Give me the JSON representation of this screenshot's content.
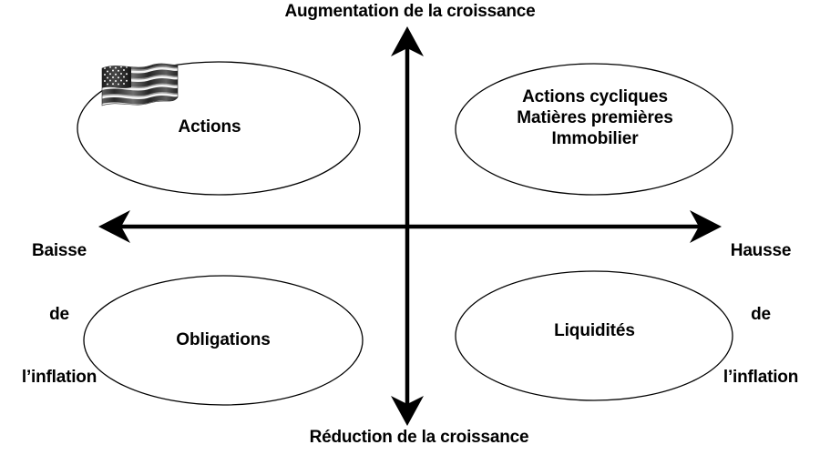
{
  "diagram": {
    "title_hidden": "",
    "background_color": "#ffffff",
    "stroke_color": "#000000",
    "text_color": "#000000",
    "axes": {
      "vertical": {
        "top_label": "Augmentation de la croissance",
        "bottom_label": "Réduction de la croissance",
        "name": "croissance"
      },
      "horizontal": {
        "left_label": "Baisse\nde\nl’inflation",
        "left_label_lines": [
          "Baisse",
          "de",
          "l’inflation"
        ],
        "right_label": "Hausse\nde\nl’inflation",
        "right_label_lines": [
          "Hausse",
          "de",
          "l’inflation"
        ],
        "name": "inflation"
      }
    },
    "quadrants": [
      {
        "id": "top-left",
        "label": "Actions",
        "items": [
          "Actions"
        ],
        "icon": "us-flag-icon",
        "position": "croissance haute / inflation basse"
      },
      {
        "id": "top-right",
        "label": "Actions cycliques\nMatières premières\nImmobilier",
        "items": [
          "Actions cycliques",
          "Matières premières",
          "Immobilier"
        ],
        "icon": null,
        "position": "croissance haute / inflation haute"
      },
      {
        "id": "bottom-left",
        "label": "Obligations",
        "items": [
          "Obligations"
        ],
        "icon": null,
        "position": "croissance basse / inflation basse"
      },
      {
        "id": "bottom-right",
        "label": "Liquidités",
        "items": [
          "Liquidités"
        ],
        "icon": null,
        "position": "croissance basse / inflation haute"
      }
    ]
  }
}
